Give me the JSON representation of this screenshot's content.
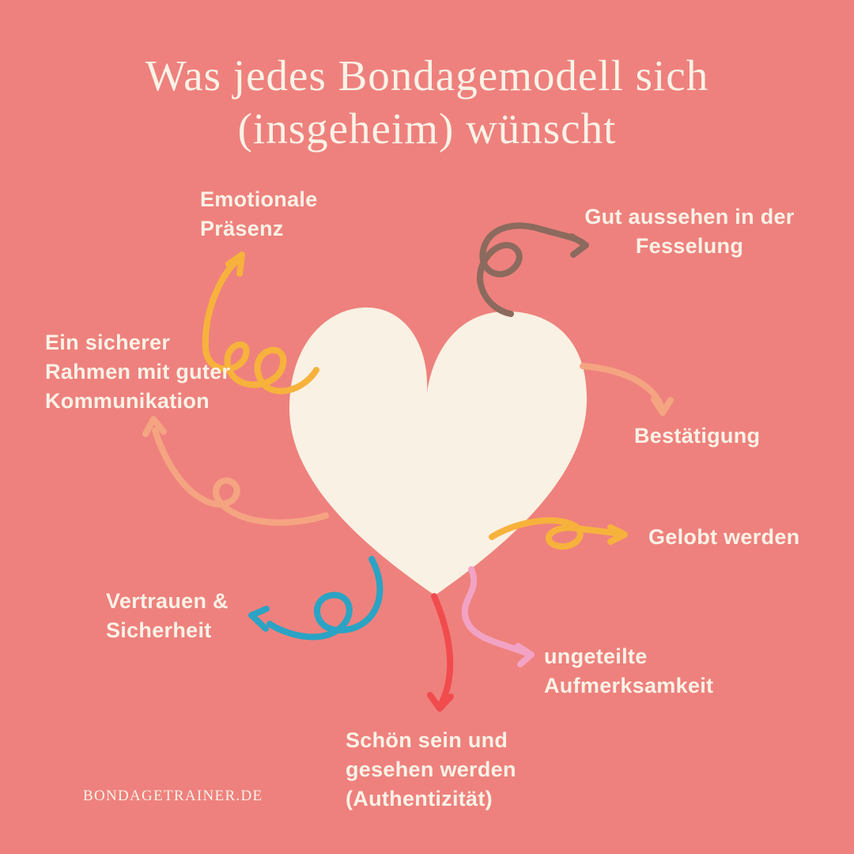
{
  "title": {
    "line1": "Was jedes Bondagemodell sich",
    "line2": "(insgeheim) wünscht"
  },
  "footer": {
    "brand": "BONDAGETRAINER.DE"
  },
  "colors": {
    "background": "#EE817D",
    "cream": "#F9F1E3",
    "text": "#F9F2E7"
  },
  "heart": {
    "name": "heart",
    "color": "#F9F1E3"
  },
  "nodes": [
    {
      "name": "emotionale-praesenz",
      "lines": [
        "Emotionale",
        "Präsenz"
      ],
      "arrow_color": "#F7B23C"
    },
    {
      "name": "gut-aussehen",
      "lines": [
        "Gut aussehen in der",
        "Fesselung"
      ],
      "arrow_color": "#8C6A5E"
    },
    {
      "name": "ein-sicherer-rahmen",
      "lines": [
        "Ein sicherer",
        "Rahmen mit guter",
        "Kommunikation"
      ],
      "arrow_color": "#F5A482"
    },
    {
      "name": "bestaetigung",
      "lines": [
        "Bestätigung"
      ],
      "arrow_color": "#F5A482"
    },
    {
      "name": "gelobt-werden",
      "lines": [
        "Gelobt werden"
      ],
      "arrow_color": "#F7B23C"
    },
    {
      "name": "ungeteilte-aufmerksamkeit",
      "lines": [
        "ungeteilte",
        "Aufmerksamkeit"
      ],
      "arrow_color": "#F2A3C4"
    },
    {
      "name": "vertrauen-sicherheit",
      "lines": [
        "Vertrauen &",
        "Sicherheit"
      ],
      "arrow_color": "#2BA3C4"
    },
    {
      "name": "schoen-sein",
      "lines": [
        "Schön sein und",
        "gesehen werden",
        "(Authentizität)"
      ],
      "arrow_color": "#F14B4E"
    }
  ]
}
